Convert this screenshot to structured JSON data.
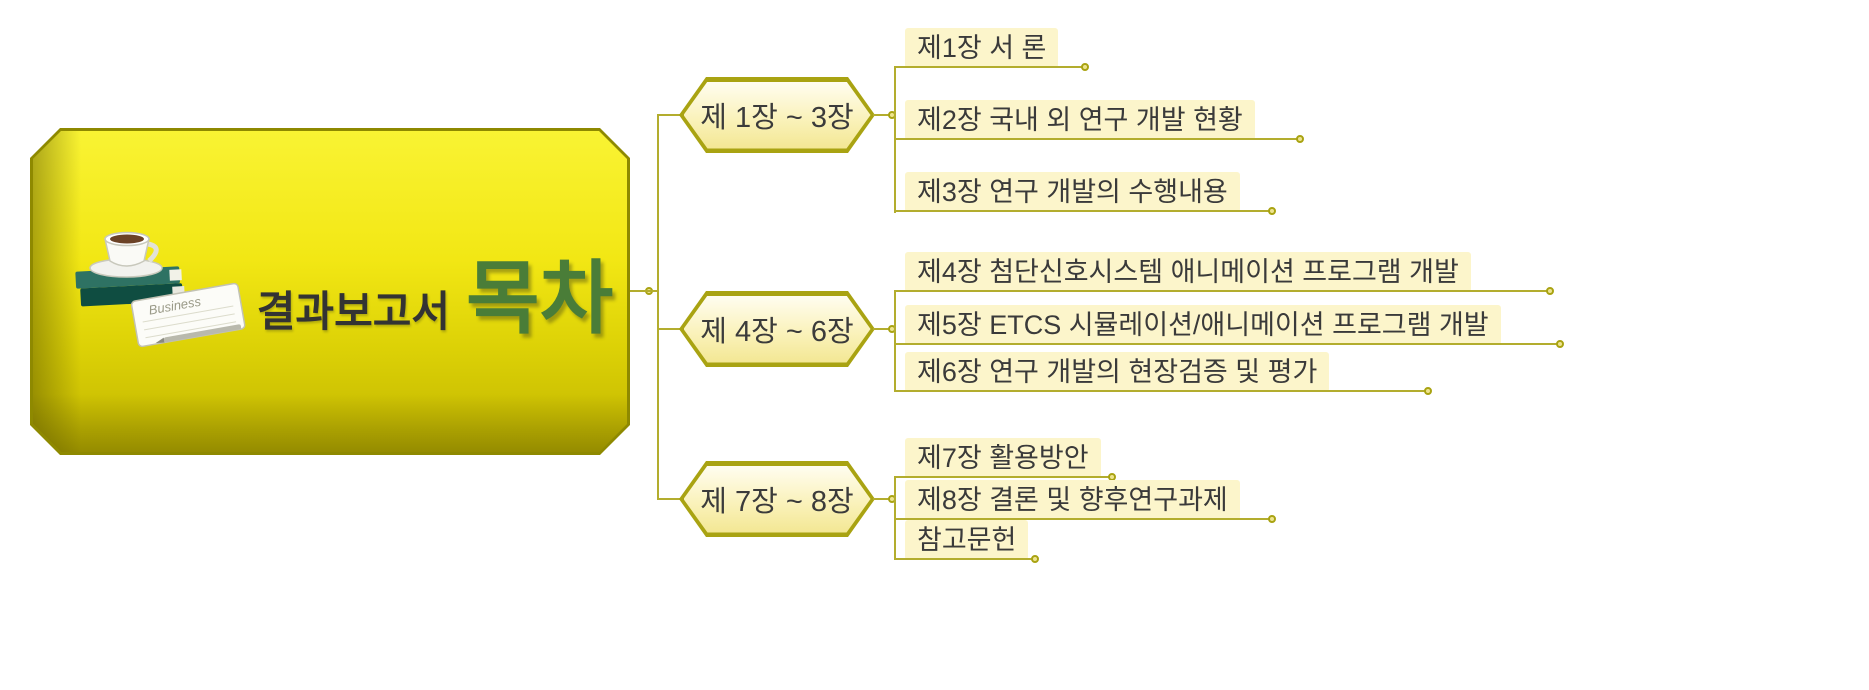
{
  "slide": {
    "root_node": {
      "subtitle": "결과보고서",
      "title": "목차",
      "icon": "books-coffee-notepad-icon",
      "icon_text": "Business"
    },
    "groups": [
      {
        "label": "제 1장 ~ 3장",
        "items": [
          "제1장 서 론",
          "제2장 국내 외 연구 개발 현황",
          "제3장 연구 개발의 수행내용"
        ]
      },
      {
        "label": "제 4장 ~ 6장",
        "items": [
          "제4장 첨단신호시스템 애니메이션 프로그램 개발",
          "제5장 ETCS 시뮬레이션/애니메이션 프로그램 개발",
          "제6장 연구 개발의 현장검증 및 평가"
        ]
      },
      {
        "label": "제 7장 ~ 8장",
        "items": [
          "제7장 활용방안",
          "제8장 결론 및 향후연구과제",
          "참고문헌"
        ]
      }
    ],
    "colors": {
      "root_fill_top": "#F8F12A",
      "root_fill_bottom": "#BCB400",
      "outline_olive": "#A9A312",
      "connector_olive": "#B3AD2E",
      "node_fill": "#FAF2BB",
      "item_fill": "#FCF5CB",
      "title_green": "#4A7D38",
      "text_dark": "#3B3B3B"
    }
  }
}
